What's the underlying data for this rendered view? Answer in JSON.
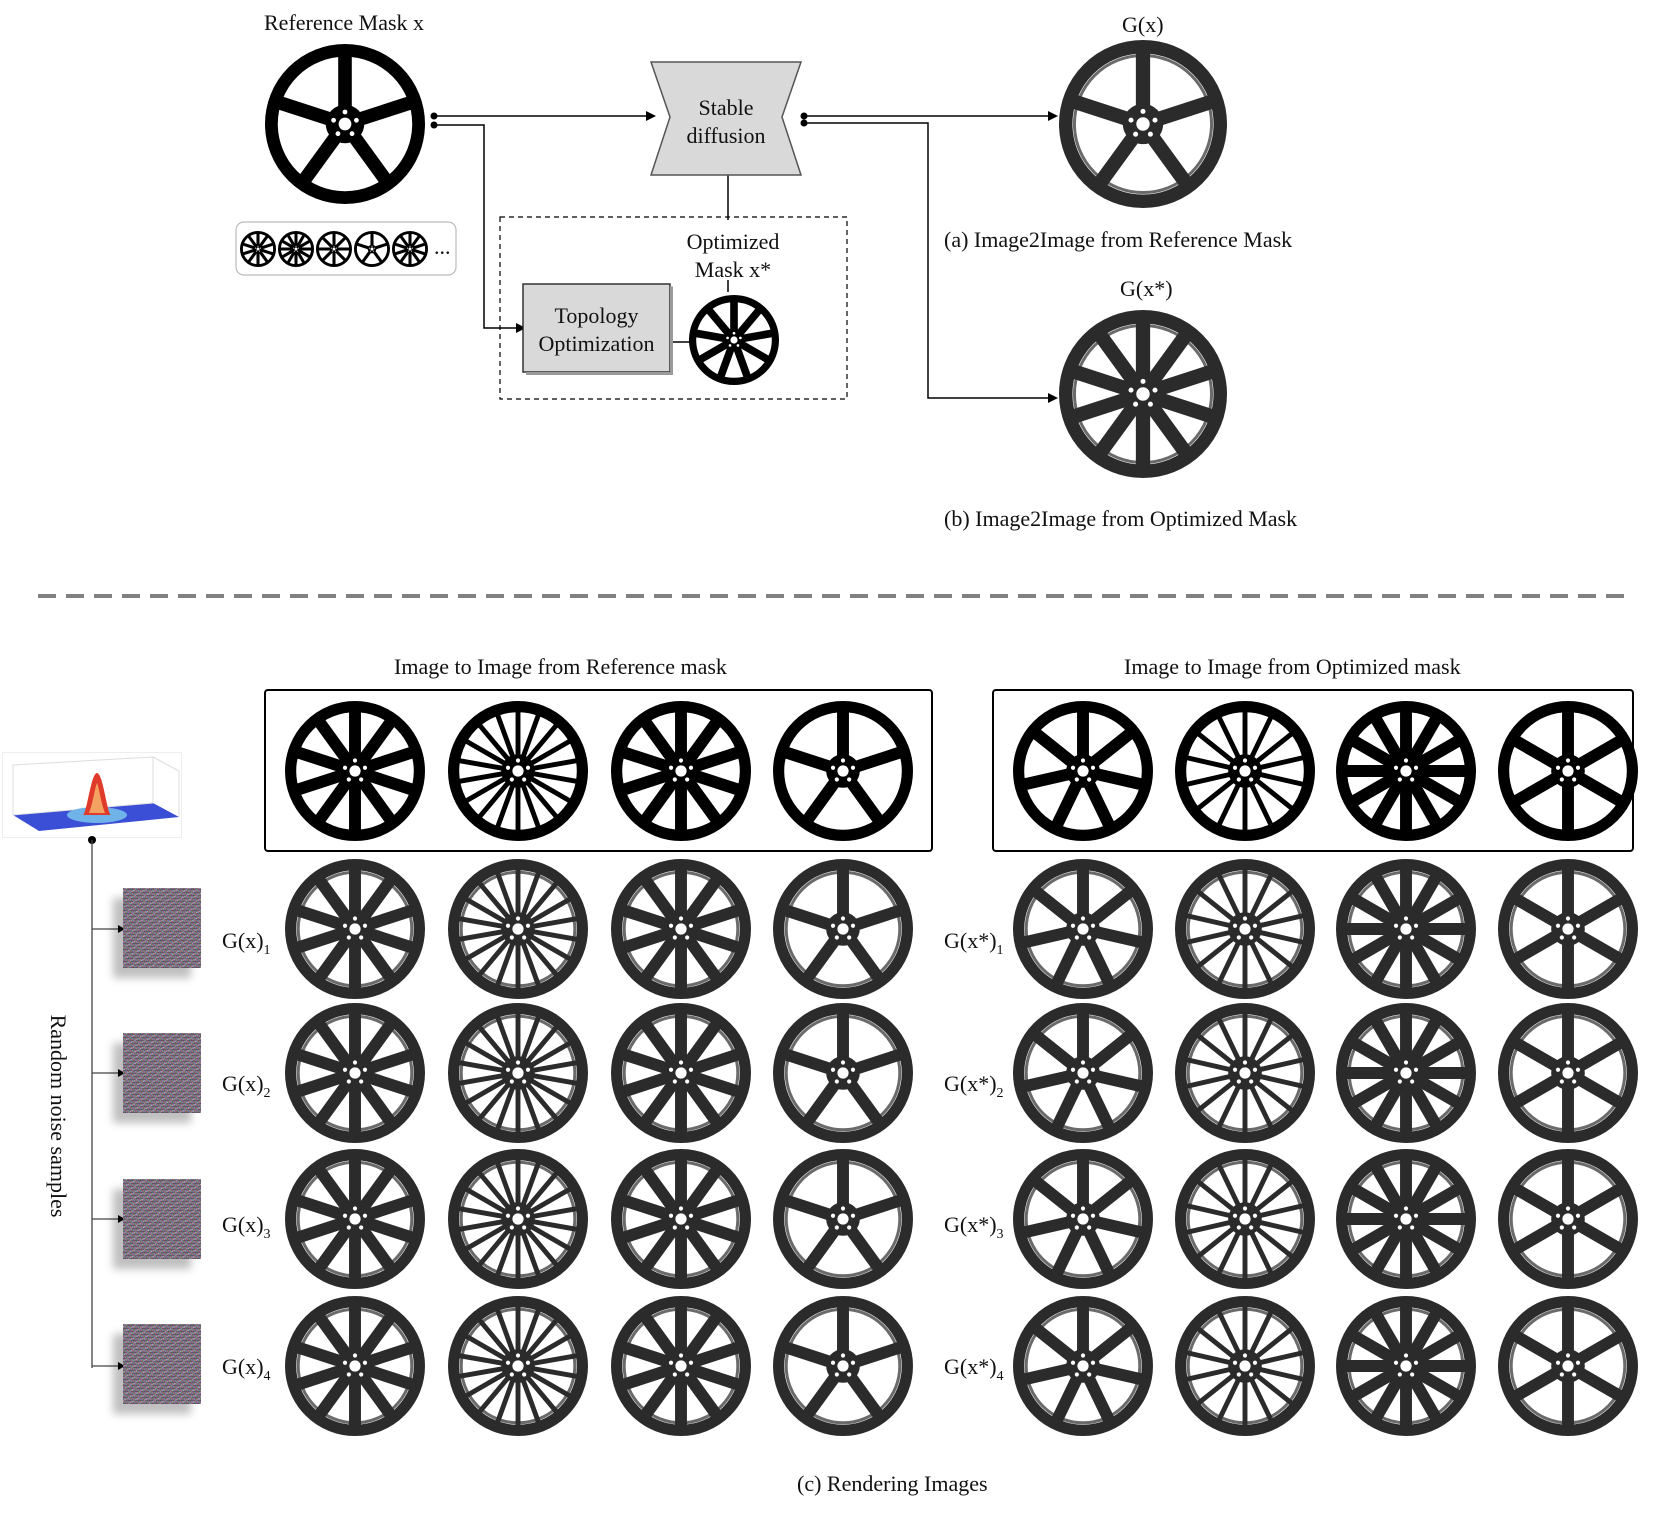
{
  "top": {
    "reference_mask_label": "Reference Mask x",
    "ellipsis": "...",
    "stable_diffusion": [
      "Stable",
      "diffusion"
    ],
    "topology_optimization": [
      "Topology",
      "Optimization"
    ],
    "optimized_mask": [
      "Optimized",
      "Mask x*"
    ],
    "gx_label": "G(x)",
    "gxstar_label": "G(x*)",
    "caption_a": "(a) Image2Image from Reference Mask",
    "caption_b": "(b) Image2Image from Optimized Mask"
  },
  "bottom": {
    "ref_header": "Image to Image from Reference mask",
    "opt_header": "Image to Image from Optimized mask",
    "noise_label": "Random noise samples",
    "caption_c": "(c) Rendering Images",
    "left_rows": [
      {
        "base": "G(x)",
        "sub": "1"
      },
      {
        "base": "G(x)",
        "sub": "2"
      },
      {
        "base": "G(x)",
        "sub": "3"
      },
      {
        "base": "G(x)",
        "sub": "4"
      }
    ],
    "right_rows": [
      {
        "base": "G(x*)",
        "sub": "1"
      },
      {
        "base": "G(x*)",
        "sub": "2"
      },
      {
        "base": "G(x*)",
        "sub": "3"
      },
      {
        "base": "G(x*)",
        "sub": "4"
      }
    ]
  },
  "colors": {
    "mask": "#000000",
    "render_dark": "#2b2b2b",
    "render_mid": "#6a6a6a",
    "box_fill": "#d9d9d9",
    "dashed_divider": "#808080",
    "gaussian_peak": "#e03a2a",
    "gaussian_base": "#3a4fd6"
  }
}
